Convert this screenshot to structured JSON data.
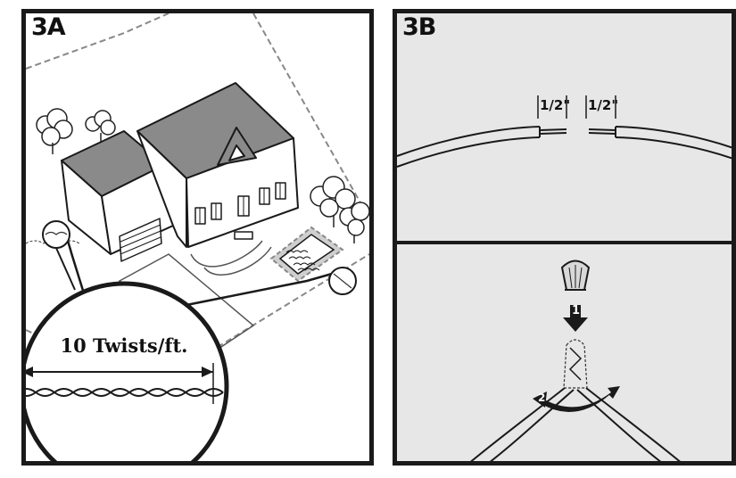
{
  "panel_a": {
    "label": "3A",
    "twists_text": "10 Twists/ft."
  },
  "panel_b": {
    "label": "3B",
    "measure_left": "1/2\"",
    "measure_right": "1/2\"",
    "step_1": "1",
    "step_2": "2"
  },
  "colors": {
    "panel_b_bg": "#e7e7e7",
    "roof": "#8a8a8a",
    "wall": "#ffffff",
    "outline": "#1a1a1a"
  }
}
